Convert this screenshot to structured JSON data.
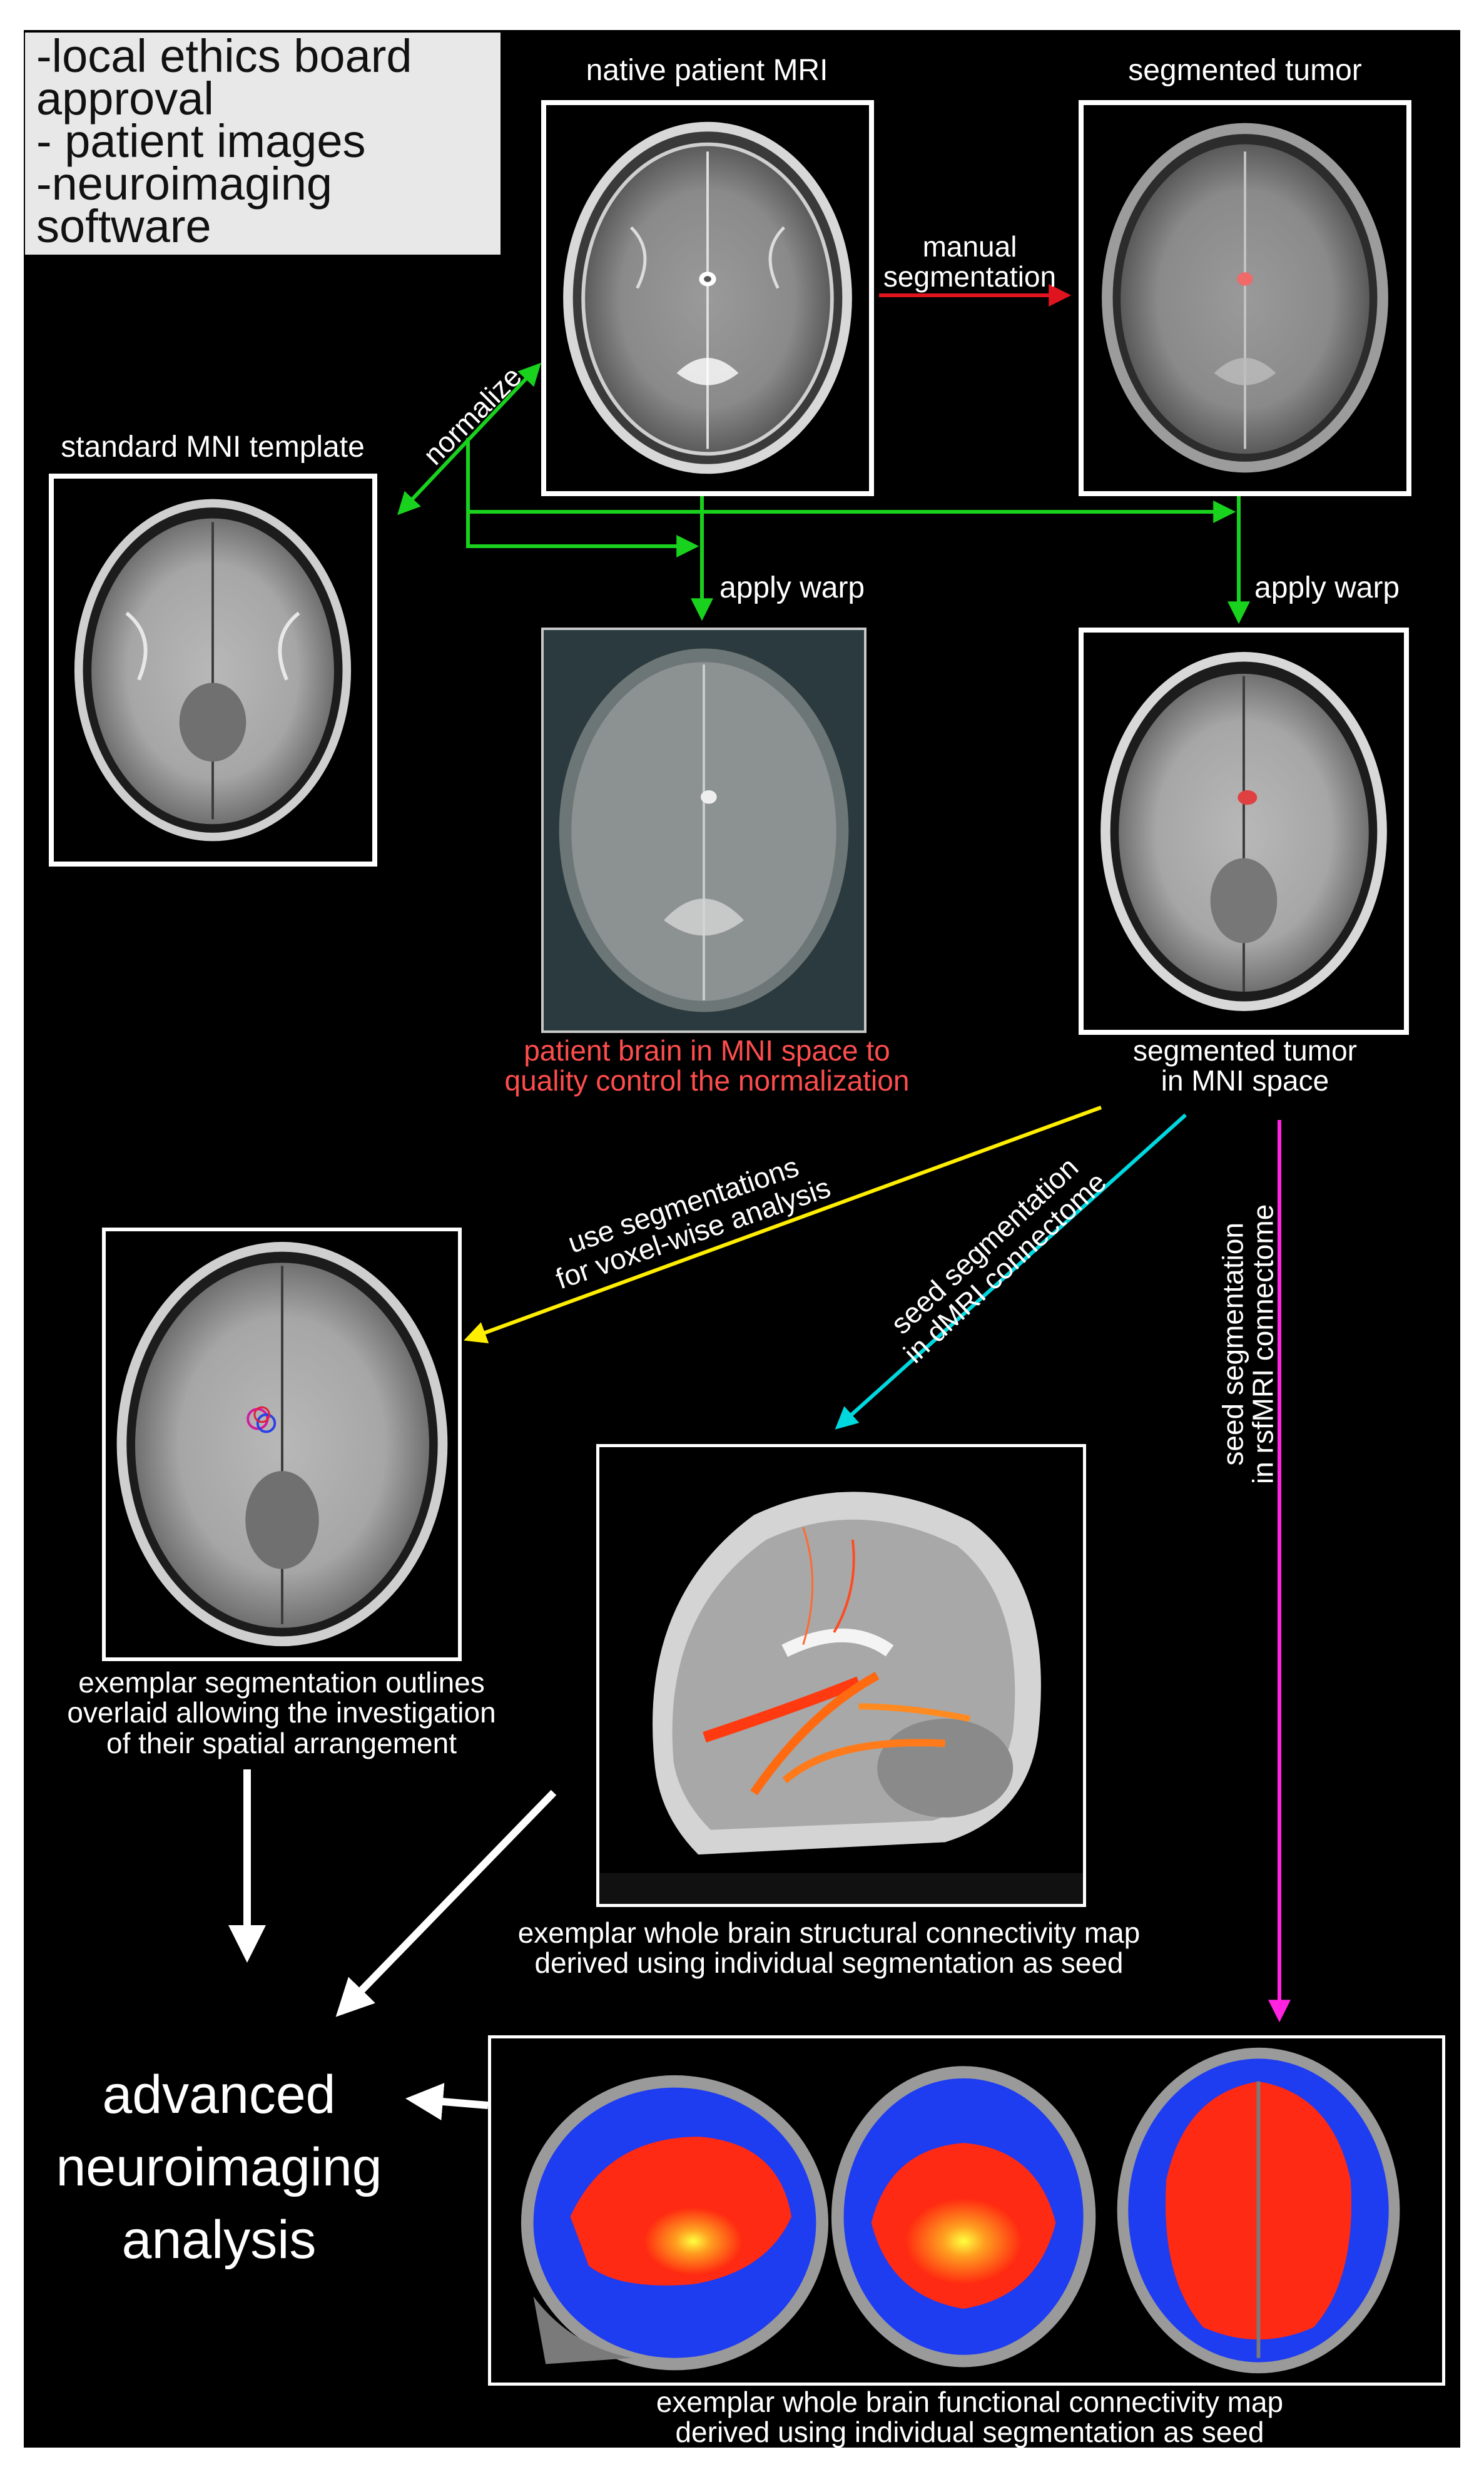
{
  "requirements": {
    "lines": [
      "-local ethics board",
      "approval",
      "- patient images",
      "-neuroimaging",
      "software"
    ]
  },
  "panels": {
    "native_mri": {
      "title": "native patient MRI"
    },
    "segmented_tumor": {
      "title": "segmented tumor"
    },
    "mni_template": {
      "title": "standard MNI template"
    },
    "patient_in_mni": {
      "caption_lines": [
        "patient brain in MNI space to",
        "quality control the normalization"
      ]
    },
    "tumor_in_mni": {
      "caption_lines": [
        "segmented tumor",
        "in MNI space"
      ]
    },
    "overlay": {
      "caption_lines": [
        "exemplar segmentation outlines",
        "overlaid allowing the investigation",
        "of their spatial arrangement"
      ]
    },
    "structural": {
      "caption_lines": [
        "exemplar whole brain structural connectivity map",
        "derived using individual segmentation as seed"
      ]
    },
    "functional": {
      "caption_lines": [
        "exemplar whole brain functional connectivity map",
        "derived using individual segmentation as seed"
      ]
    }
  },
  "arrows": {
    "manual": {
      "lines": [
        "manual",
        "segmentation"
      ]
    },
    "normalize": {
      "label": "normalize"
    },
    "apply_warp_1": {
      "label": "apply warp"
    },
    "apply_warp_2": {
      "label": "apply warp"
    },
    "voxel": {
      "lines": [
        "use segmentations",
        "for voxel-wise analysis"
      ]
    },
    "dmri": {
      "lines": [
        "seed segmentation",
        "in dMRI connectome"
      ]
    },
    "rsfmri": {
      "lines": [
        "seed segmentation",
        "in rsfMRI connectome"
      ]
    }
  },
  "result": {
    "lines": [
      "advanced",
      "neuroimaging",
      "analysis"
    ]
  },
  "colors": {
    "background": "#000000",
    "manual_arrow": "#e0141e",
    "warp_arrows": "#19d21e",
    "voxel_arrow": "#ffee00",
    "dmri_arrow": "#00d8e0",
    "rsfmri_arrow": "#ff22e0",
    "caption_red": "#ff4d4d"
  }
}
